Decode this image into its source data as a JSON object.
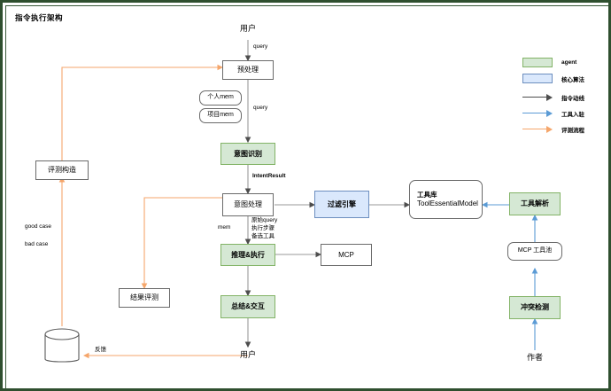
{
  "diagram": {
    "title": "指令执行架构",
    "colors": {
      "agent_fill": "#d5e8d4",
      "agent_stroke": "#82b366",
      "algo_fill": "#dae8fc",
      "algo_stroke": "#6c8ebf",
      "instruction_flow": "#4d4d4d",
      "tool_onboarding": "#5b9bd5",
      "eval_flow": "#f5a66b",
      "node_stroke": "#6a6a6a"
    }
  },
  "nodes": {
    "user_top": "用户",
    "preprocess": "预处理",
    "personal_mem": "个人mem",
    "project_mem": "项目mem",
    "intent_recognition": "意图识别",
    "intent_processing": "意图处理",
    "filter_engine": "过滤引擎",
    "tool_library_title": "工具库",
    "tool_library_sub": "ToolEssentialModel",
    "reason_execute": "推理&执行",
    "mcp": "MCP",
    "summary_interaction": "总结&交互",
    "user_bottom": "用户",
    "eval_construct": "评测构造",
    "result_eval": "结果评测",
    "tool_parse": "工具解析",
    "mcp_tool_pool": "MCP 工具池",
    "conflict_detection": "冲突检测",
    "author": "作者",
    "database": "database-cylinder"
  },
  "edge_labels": {
    "query_top": "query",
    "query_mid": "query",
    "intent_result": "IntentResult",
    "mem": "mem",
    "payload": "原始query\n执行步骤\n备选工具",
    "good_case": "good case",
    "bad_case": "bad case",
    "feedback": "反馈"
  },
  "legend": {
    "items": [
      {
        "kind": "swatch",
        "style": "green",
        "label": "agent"
      },
      {
        "kind": "swatch",
        "style": "blue",
        "label": "核心算法"
      },
      {
        "kind": "line",
        "color": "#4d4d4d",
        "label": "指令动线"
      },
      {
        "kind": "line",
        "color": "#5b9bd5",
        "label": "工具入驻"
      },
      {
        "kind": "line",
        "color": "#f5a66b",
        "label": "评测流程"
      }
    ]
  }
}
